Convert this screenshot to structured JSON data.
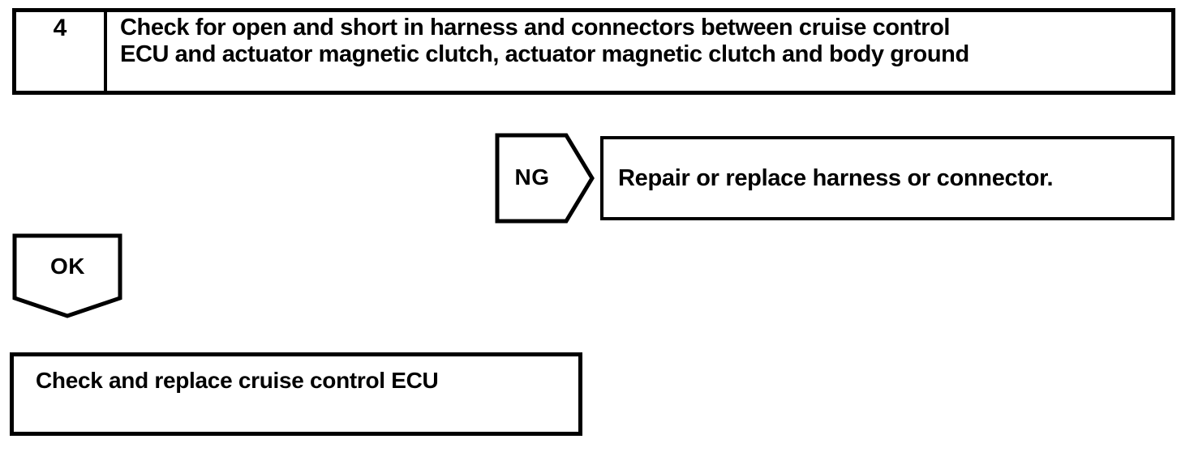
{
  "step": {
    "number": "4",
    "instruction_lines": [
      "Check for open and short in harness and connectors between cruise control",
      "ECU and actuator magnetic clutch, actuator magnetic clutch and body ground"
    ]
  },
  "ng_branch": {
    "label": "NG",
    "action": "Repair or replace harness or connector."
  },
  "ok_branch": {
    "label": "OK"
  },
  "next_step": {
    "action": "Check and replace cruise control ECU"
  },
  "colors": {
    "ink": "#000000",
    "paper": "#ffffff"
  }
}
